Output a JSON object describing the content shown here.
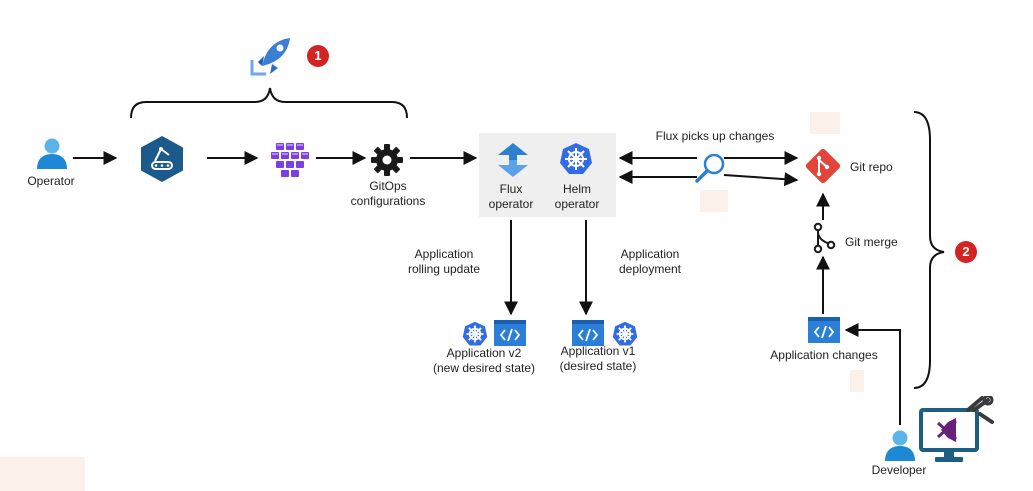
{
  "badges": {
    "one": "1",
    "two": "2"
  },
  "labels": {
    "operator": "Operator",
    "gitops_line1": "GitOps",
    "gitops_line2": "configurations",
    "flux_line1": "Flux",
    "flux_line2": "operator",
    "helm_line1": "Helm",
    "helm_line2": "operator",
    "flux_picks": "Flux picks up changes",
    "git_repo": "Git repo",
    "git_merge": "Git merge",
    "rolling_line1": "Application",
    "rolling_line2": "rolling update",
    "deployment_line1": "Application",
    "deployment_line2": "deployment",
    "appv2_line1": "Application v2",
    "appv2_line2": "(new desired state)",
    "appv1_line1": "Application v1",
    "appv1_line2": "(desired state)",
    "app_changes": "Application changes",
    "developer": "Developer"
  },
  "colors": {
    "azure_blue": "#0078d4",
    "badge_red": "#d42323",
    "git_red": "#e2443a",
    "purple": "#7b3fe4",
    "vs_purple": "#68217a",
    "k8s_blue": "#326ce5"
  },
  "icons": [
    "azure-devops-pipeline-icon",
    "operator-person-icon",
    "deployment-pipeline-icon",
    "container-cluster-icon",
    "gear-icon",
    "flux-icon",
    "helm-kubernetes-icon",
    "magnifier-icon",
    "git-repo-icon",
    "git-merge-icon",
    "code-window-icon",
    "kubernetes-icon",
    "developer-person-icon",
    "visual-studio-monitor-icon"
  ]
}
